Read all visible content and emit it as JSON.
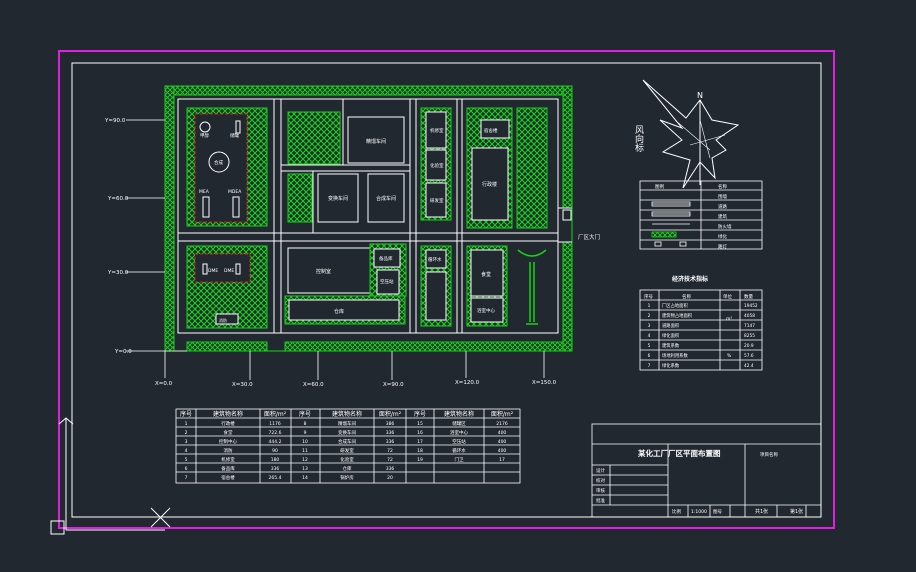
{
  "colors": {
    "background": "#212830",
    "frame": "#e020e0",
    "line": "#ffffff",
    "green": "#19d219",
    "red": "#e02020"
  },
  "grid_labels": {
    "y": [
      "Y=90.0",
      "Y=60.0",
      "Y=30.0",
      "Y=0.0"
    ],
    "x": [
      "X=0.0",
      "X=30.0",
      "X=60.0",
      "X=90.0",
      "X=120.0",
      "X=150.0"
    ]
  },
  "buildings": {
    "b1": "甲醇",
    "b2": "储罐",
    "b3": "MEA",
    "b4": "MDEA",
    "b5": "合成",
    "b6": "DME",
    "b7": "DME",
    "b8": "精馏车间",
    "b9": "变换车间",
    "b10": "合成车间",
    "b11": "机修室",
    "b12": "化验室",
    "b13": "研发室",
    "b14": "宿舍楼",
    "b15": "行政楼",
    "b16": "控制室",
    "b17": "备品库",
    "b18": "空压站",
    "b19": "循环水",
    "b20": "仓库",
    "b21": "食堂",
    "b22": "浴室中心",
    "b23": "消防"
  },
  "gate_label": "厂区大门",
  "wind_rose": {
    "north": "N",
    "label": "风向标"
  },
  "legend": {
    "headers": [
      "图例",
      "名称"
    ],
    "rows": [
      "围墙",
      "道路",
      "建筑",
      "防火墙",
      "绿化",
      "路灯"
    ]
  },
  "econ": {
    "title": "经济技术指标",
    "headers": [
      "序号",
      "名称",
      "单位",
      "数量"
    ],
    "unit_area": "m²",
    "unit_pct": "%",
    "rows": [
      {
        "no": "1",
        "name": "厂区占地面积",
        "qty": "19452"
      },
      {
        "no": "2",
        "name": "建筑物占地面积",
        "qty": "4058"
      },
      {
        "no": "3",
        "name": "道路面积",
        "qty": "7147"
      },
      {
        "no": "4",
        "name": "绿化面积",
        "qty": "8255"
      },
      {
        "no": "5",
        "name": "建筑系数",
        "qty": "20.9"
      },
      {
        "no": "6",
        "name": "场地利用系数",
        "qty": "57.6"
      },
      {
        "no": "7",
        "name": "绿化系数",
        "qty": "42.4"
      }
    ]
  },
  "building_table": {
    "headers": [
      "序号",
      "建筑物名称",
      "面积/m²",
      "序号",
      "建筑物名称",
      "面积/m²",
      "序号",
      "建筑物名称",
      "面积/m²"
    ],
    "rows": [
      [
        "1",
        "行政楼",
        "1176",
        "8",
        "精馏车间",
        "386",
        "15",
        "储罐区",
        "2176"
      ],
      [
        "2",
        "食堂",
        "722.6",
        "9",
        "变换车间",
        "336",
        "16",
        "浴室中心",
        "400"
      ],
      [
        "3",
        "控制中心",
        "444.2",
        "10",
        "合成车间",
        "336",
        "17",
        "空压站",
        "400"
      ],
      [
        "4",
        "消防",
        "90",
        "11",
        "研发室",
        "72",
        "18",
        "循环水",
        "400"
      ],
      [
        "5",
        "机修室",
        "180",
        "12",
        "化验室",
        "72",
        "19",
        "门卫",
        "17"
      ],
      [
        "6",
        "备品库",
        "336",
        "13",
        "仓库",
        "336",
        "",
        "",
        " "
      ],
      [
        "7",
        "宿舍楼",
        "265.4",
        "14",
        "锅炉房",
        "20",
        "",
        "",
        ""
      ]
    ]
  },
  "title_block": {
    "title": "某化工厂厂区平面布置图",
    "project": "项目名称",
    "roles": [
      "设计",
      "校对",
      "审核",
      "批准"
    ],
    "scale_label": "比例",
    "scale_value": "1:1000",
    "sheet_label": "图号",
    "sheet_count": "共1张",
    "sheet_no": "第1张"
  }
}
